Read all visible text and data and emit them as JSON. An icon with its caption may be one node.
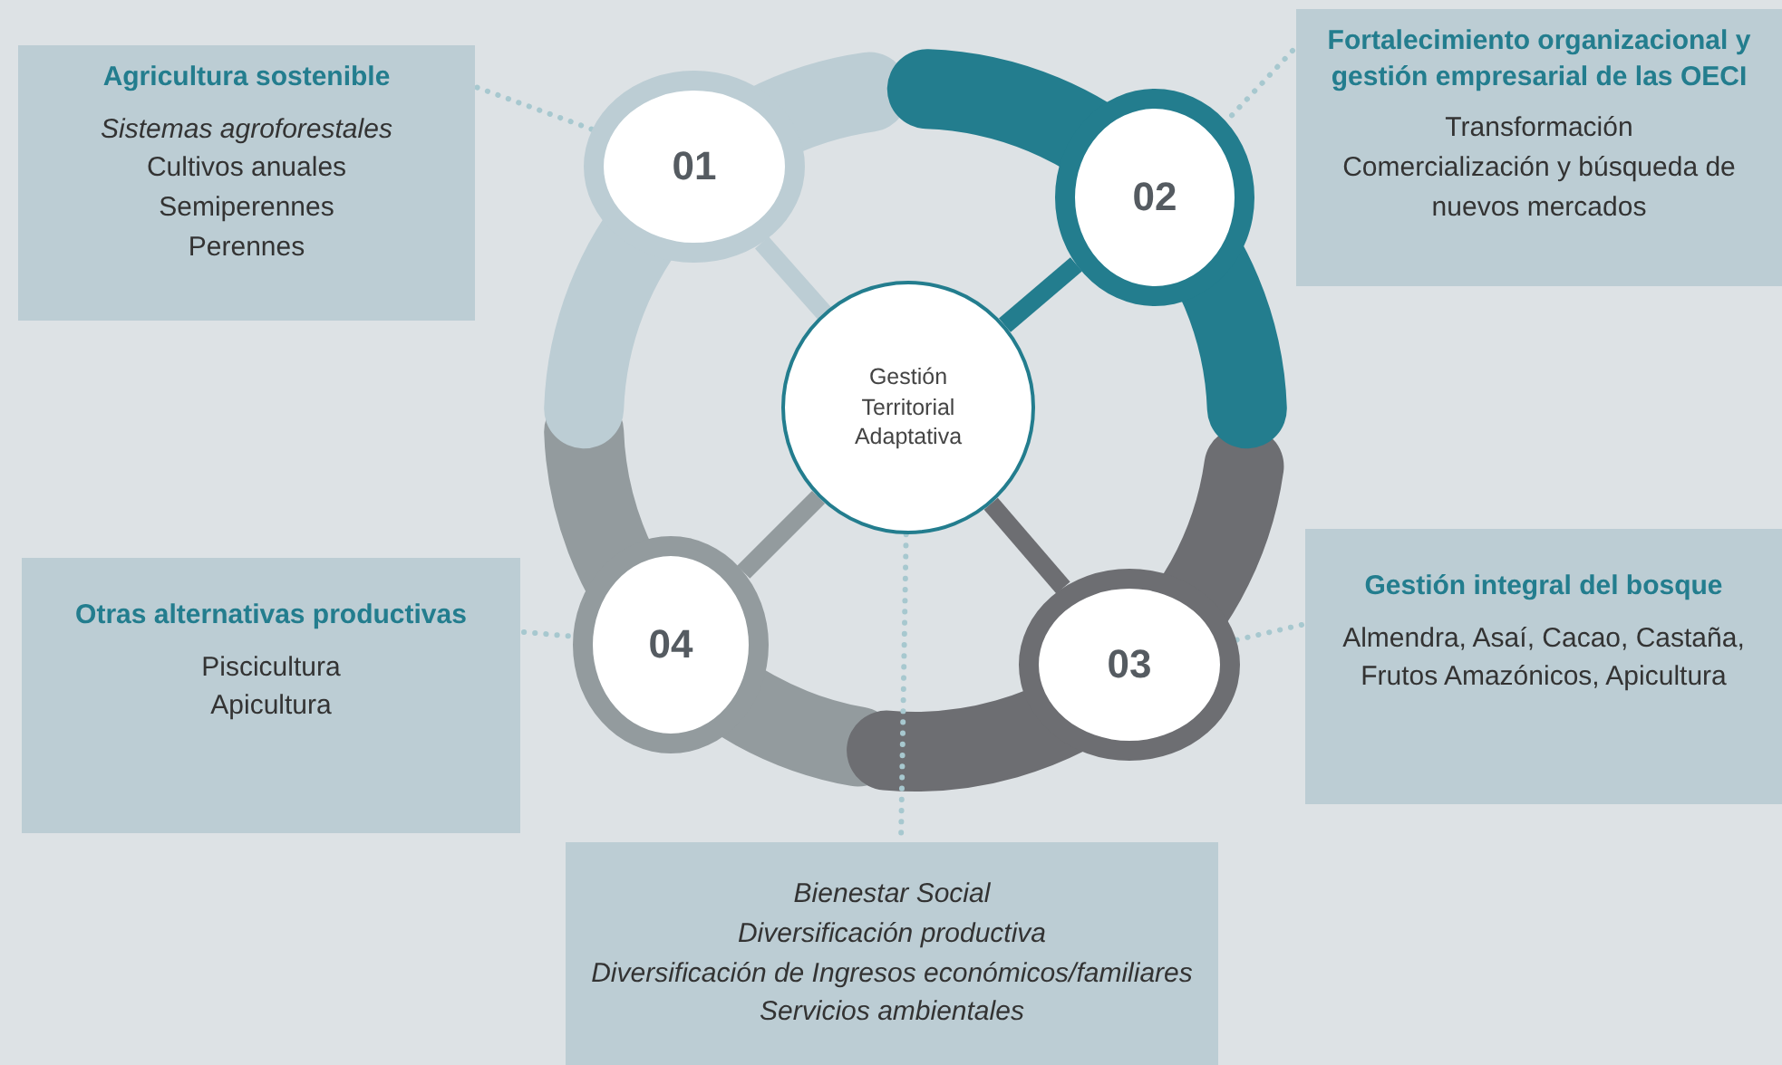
{
  "diagram": {
    "nodes": [
      {
        "text": [
          "Gestión Territorial Adaptativa"
        ]
      },
      {
        "text": [
          "01"
        ]
      },
      {
        "text": [
          "02"
        ]
      },
      {
        "text": [
          "03"
        ]
      },
      {
        "text": [
          "04"
        ]
      },
      {
        "text": [
          "Agricultura sostenible",
          "*Sistemas agroforestales*",
          "Cultivos anuales",
          "Semiperennes",
          "Perennes"
        ]
      },
      {
        "text": [
          "Fortalecimiento organizacional y gestión empresarial de las OECI",
          "Transformación",
          "Comercialización y búsqueda de nuevos mercados"
        ]
      },
      {
        "text": [
          "Gestión integral del bosque",
          "Almendra, Asaí, Cacao, Castaña, Frutos Amazónicos, Apicultura"
        ]
      },
      {
        "text": [
          "Otras alternativas productivas",
          "Piscicultura",
          "Apicultura"
        ]
      },
      {
        "text": [
          "Bienestar Social",
          "Diversificación productiva",
          "Diversificación de Ingresos económicos/familiares",
          "Servicios ambientales"
        ]
      }
    ],
    "edges": [
      {
        "from": 0,
        "to": 1,
        "arrow": "none",
        "style": "thick",
        "color": "#bccdd4"
      },
      {
        "from": 0,
        "to": 2,
        "arrow": "none",
        "style": "thick",
        "color": "#237d8e"
      },
      {
        "from": 0,
        "to": 3,
        "arrow": "none",
        "style": "thick",
        "color": "#6d6e72"
      },
      {
        "from": 0,
        "to": 4,
        "arrow": "none",
        "style": "thick",
        "color": "#939b9e"
      },
      {
        "from": 5,
        "to": 1,
        "arrow": "none",
        "style": "dashed"
      },
      {
        "from": 6,
        "to": 2,
        "arrow": "none",
        "style": "dashed"
      },
      {
        "from": 7,
        "to": 3,
        "arrow": "none",
        "style": "dashed"
      },
      {
        "from": 8,
        "to": 4,
        "arrow": "none",
        "style": "dashed"
      },
      {
        "from": 0,
        "to": 9,
        "arrow": "none",
        "style": "dashed"
      }
    ]
  }
}
